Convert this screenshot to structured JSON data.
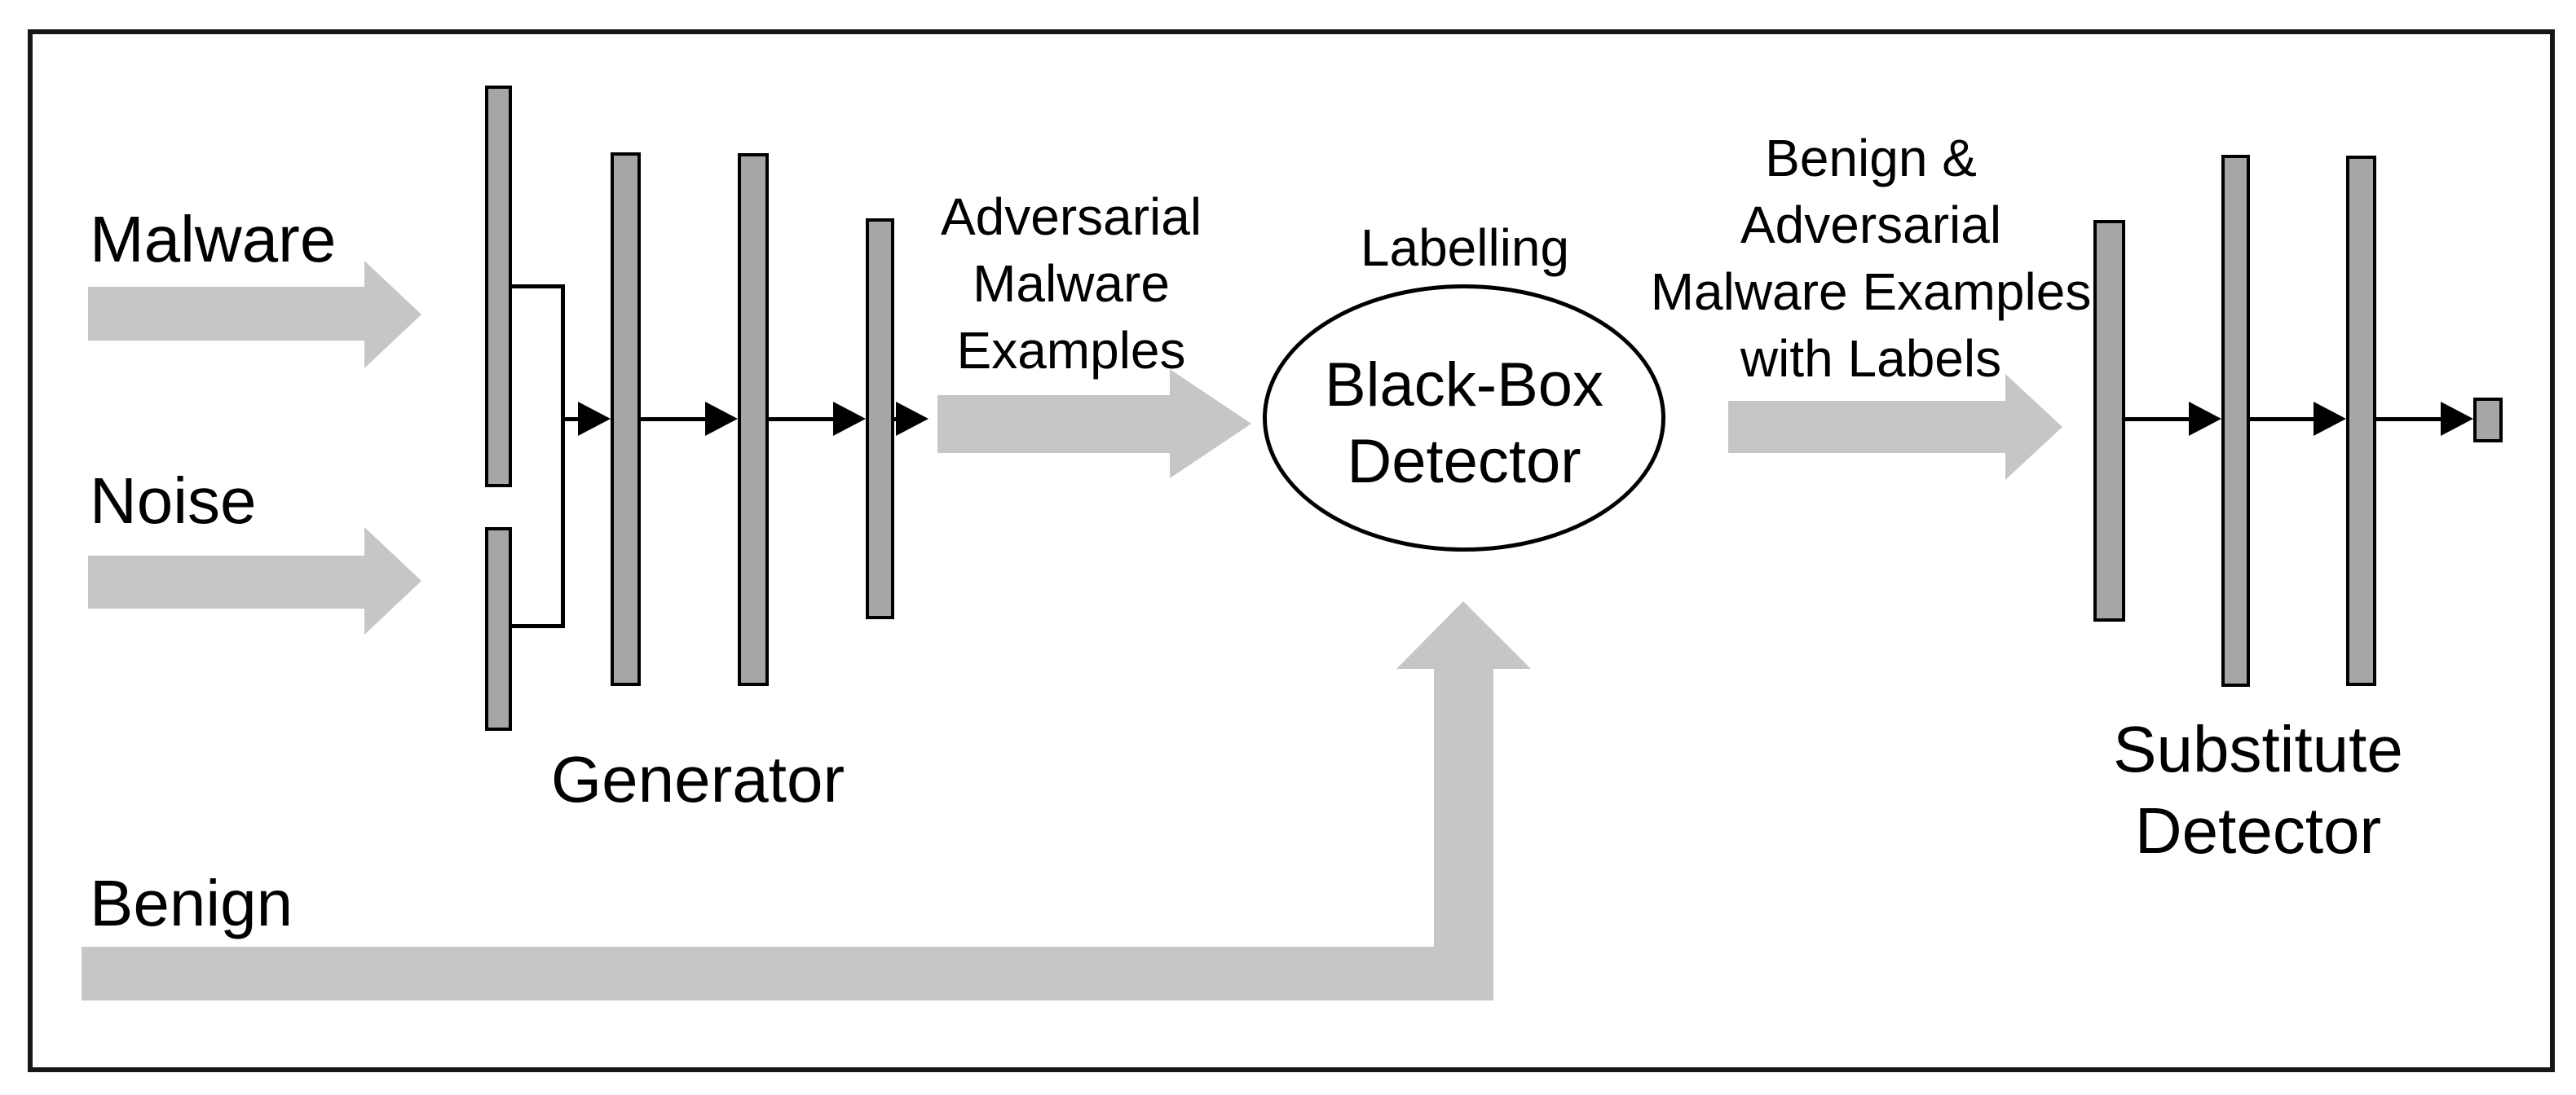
{
  "inputs": {
    "malware_label": "Malware",
    "noise_label": "Noise",
    "benign_label": "Benign"
  },
  "generator": {
    "label": "Generator"
  },
  "left_annotation": {
    "lines": [
      "Adversarial",
      "Malware",
      "Examples"
    ]
  },
  "black_box": {
    "caption": "Labelling",
    "lines": [
      "Black-Box",
      "Detector"
    ]
  },
  "right_annotation": {
    "lines": [
      "Benign &",
      "Adversarial",
      "Malware Examples",
      "with Labels"
    ]
  },
  "substitute": {
    "lines": [
      "Substitute",
      "Detector"
    ]
  },
  "colors": {
    "layer_bar_fill": "#a6a6a6",
    "layer_bar_border": "#000000",
    "flow_arrow": "#c6c6c6",
    "connector": "#000000",
    "background": "#ffffff"
  }
}
